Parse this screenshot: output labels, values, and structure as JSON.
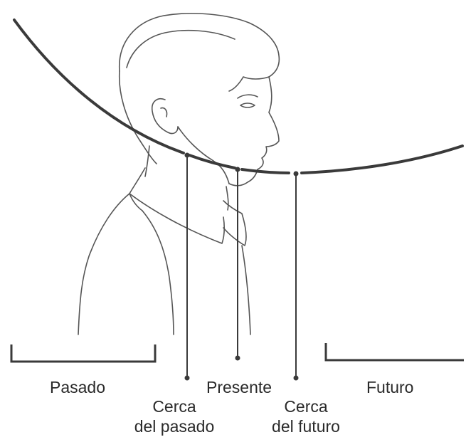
{
  "labels": {
    "past": "Pasado",
    "near_past_line1": "Cerca",
    "near_past_line2": "del pasado",
    "present": "Presente",
    "near_future_line1": "Cerca",
    "near_future_line2": "del futuro",
    "future": "Futuro"
  },
  "colors": {
    "line": "#3a3a3a",
    "sketch": "#555555",
    "text": "#2a2a2a"
  }
}
